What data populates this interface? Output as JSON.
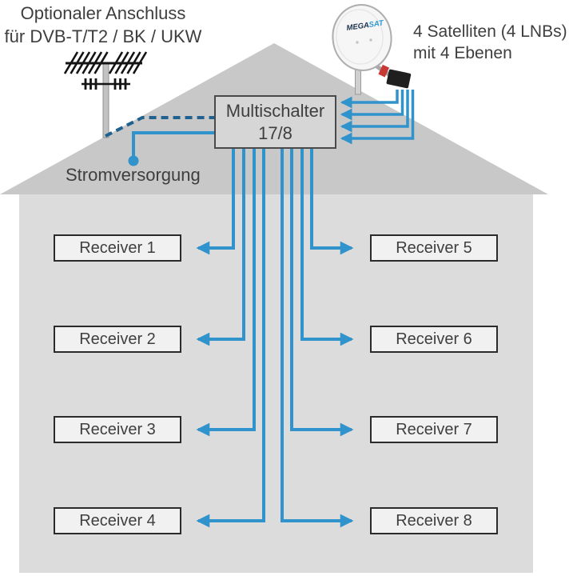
{
  "diagram": {
    "title_optional": {
      "line1": "Optionaler Anschluss",
      "line2": "für DVB-T/T2 / BK / UKW"
    },
    "satellite_note": {
      "line1": "4 Satelliten (4 LNBs)",
      "line2": "mit 4 Ebenen"
    },
    "power_label": "Stromversorgung",
    "multiswitch": {
      "line1": "Multischalter",
      "line2": "17/8"
    },
    "dish_brand": {
      "dark": "MEGA",
      "light": "SAT"
    },
    "receivers": [
      {
        "label": "Receiver 1"
      },
      {
        "label": "Receiver 2"
      },
      {
        "label": "Receiver 3"
      },
      {
        "label": "Receiver 4"
      },
      {
        "label": "Receiver 5"
      },
      {
        "label": "Receiver 6"
      },
      {
        "label": "Receiver 7"
      },
      {
        "label": "Receiver 8"
      }
    ],
    "icons": [
      "terrestrial-antenna-icon",
      "satellite-dish-icon",
      "lnb-icon",
      "power-supply-dot"
    ],
    "colors": {
      "cable_blue": "#3093cc",
      "terrestrial_cable_dark_blue": "#20618f",
      "roof_gray": "#c8c8c8",
      "wall_gray": "#dcdcdc",
      "multiswitch_fill": "#d6d6d6",
      "receiver_fill": "#f1f1f1",
      "text_gray": "#3e3e3e"
    }
  }
}
